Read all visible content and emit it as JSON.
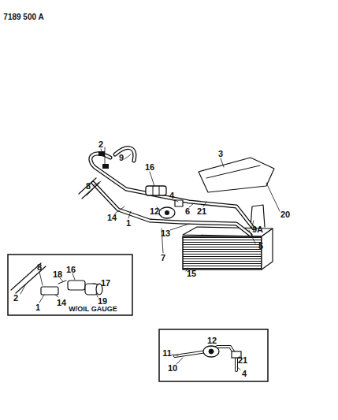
{
  "diagram": {
    "labels": [
      "7189 500 A",
      "2",
      "9",
      "16",
      "8",
      "14",
      "1",
      "12",
      "4",
      "6",
      "3",
      "20",
      "21",
      "9A",
      "5",
      "13",
      "7",
      "15",
      "8",
      "18",
      "16",
      "17",
      "19",
      "2",
      "1",
      "14",
      "W/OIL GAUGE",
      "12",
      "11",
      "10",
      "21",
      "4"
    ]
  }
}
